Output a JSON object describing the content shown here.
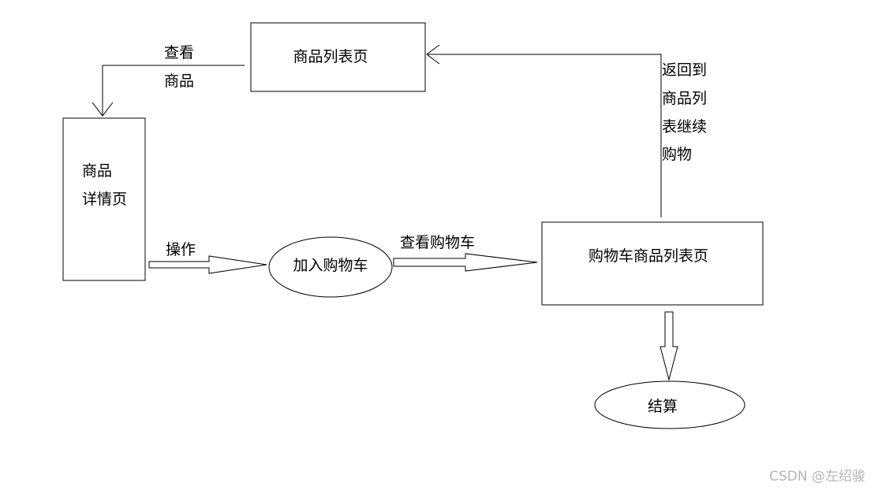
{
  "nodes": {
    "product_list": {
      "label": "商品列表页"
    },
    "product_detail": {
      "lines": [
        "商品",
        "详情页"
      ]
    },
    "add_to_cart": {
      "label": "加入购物车"
    },
    "cart_list": {
      "label": "购物车商品列表页"
    },
    "checkout": {
      "label": "结算"
    }
  },
  "edges": {
    "view_product": {
      "lines": [
        "查看",
        "商品"
      ]
    },
    "operate": {
      "label": "操作"
    },
    "view_cart": {
      "label": "查看购物车"
    },
    "return_list": {
      "lines": [
        "返回到",
        "商品列",
        "表继续",
        "购物"
      ]
    }
  },
  "watermark": "CSDN @左绍骏",
  "colors": {
    "stroke": "#000000",
    "background": "#ffffff",
    "watermark": "#b5b5b5"
  }
}
